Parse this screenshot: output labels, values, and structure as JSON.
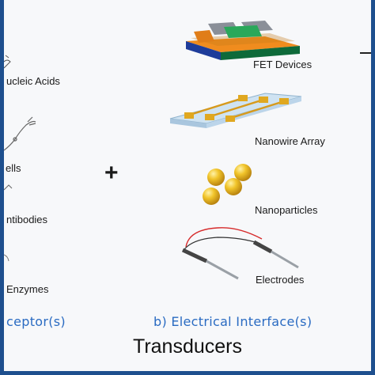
{
  "receptors": [
    "ucleic Acids",
    "ells",
    "ntibodies",
    "Enzymes"
  ],
  "interfaces": [
    "FET Devices",
    "Nanowire Array",
    "Nanoparticles",
    "Electrodes"
  ],
  "section_a": "ceptor(s)",
  "section_b": "b) Electrical Interface(s)",
  "plus": "+",
  "title": "Transducers",
  "colors": {
    "border": "#1e4f8e",
    "section_label": "#2a6bc2",
    "nanoparticle": "#e5b216"
  }
}
